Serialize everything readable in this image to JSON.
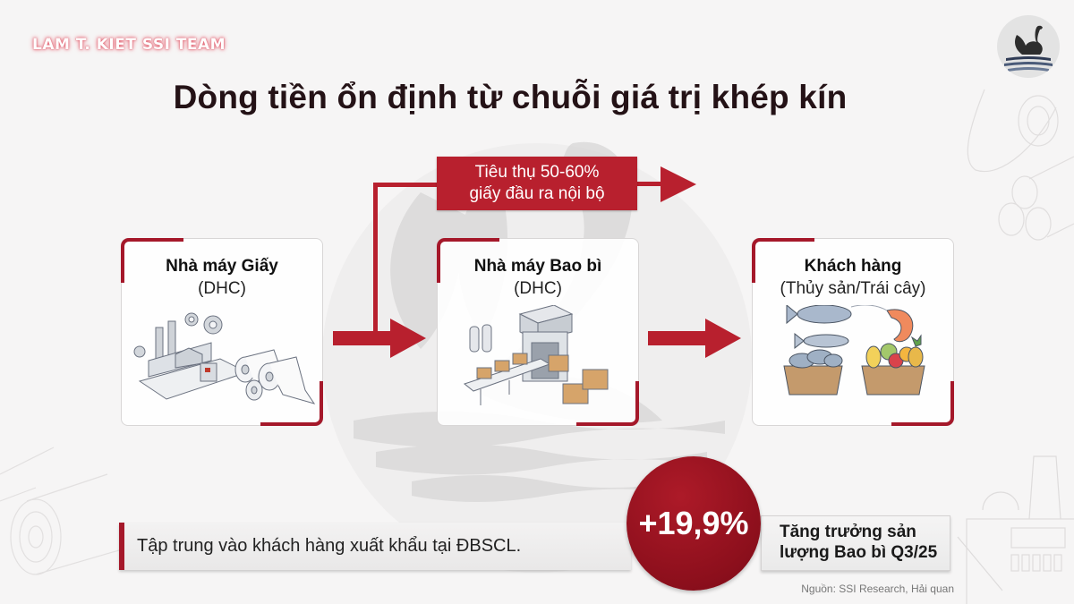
{
  "header": {
    "team_label": "LAM T. KIET SSI TEAM",
    "logo_icon": "black-swan-logo-icon",
    "title": "Dòng tiền ổn định từ chuỗi giá trị khép kín"
  },
  "flow": {
    "callout": {
      "line1": "Tiêu thụ 50-60%",
      "line2": "giấy đầu ra nội bộ"
    },
    "nodes": [
      {
        "title": "Nhà máy Giấy",
        "subtitle": "(DHC)",
        "icon": "paper-factory-icon"
      },
      {
        "title": "Nhà máy Bao bì",
        "subtitle": "(DHC)",
        "icon": "packaging-conveyor-icon"
      },
      {
        "title": "Khách hàng",
        "subtitle": "(Thủy sản/Trái cây)",
        "icon": "seafood-fruit-baskets-icon"
      }
    ],
    "colors": {
      "accent": "#b8202e",
      "bracket": "#a5182a"
    }
  },
  "bottom": {
    "focus_text": "Tập trung vào khách hàng xuất khẩu tại ĐBSCL.",
    "stat_value": "+19,9%",
    "stat_label_line1": "Tăng trưởng sản",
    "stat_label_line2": "lượng Bao bì Q3/25",
    "stat_color": "#8c0f1c",
    "source": "Nguồn: SSI Research, Hải quan"
  }
}
